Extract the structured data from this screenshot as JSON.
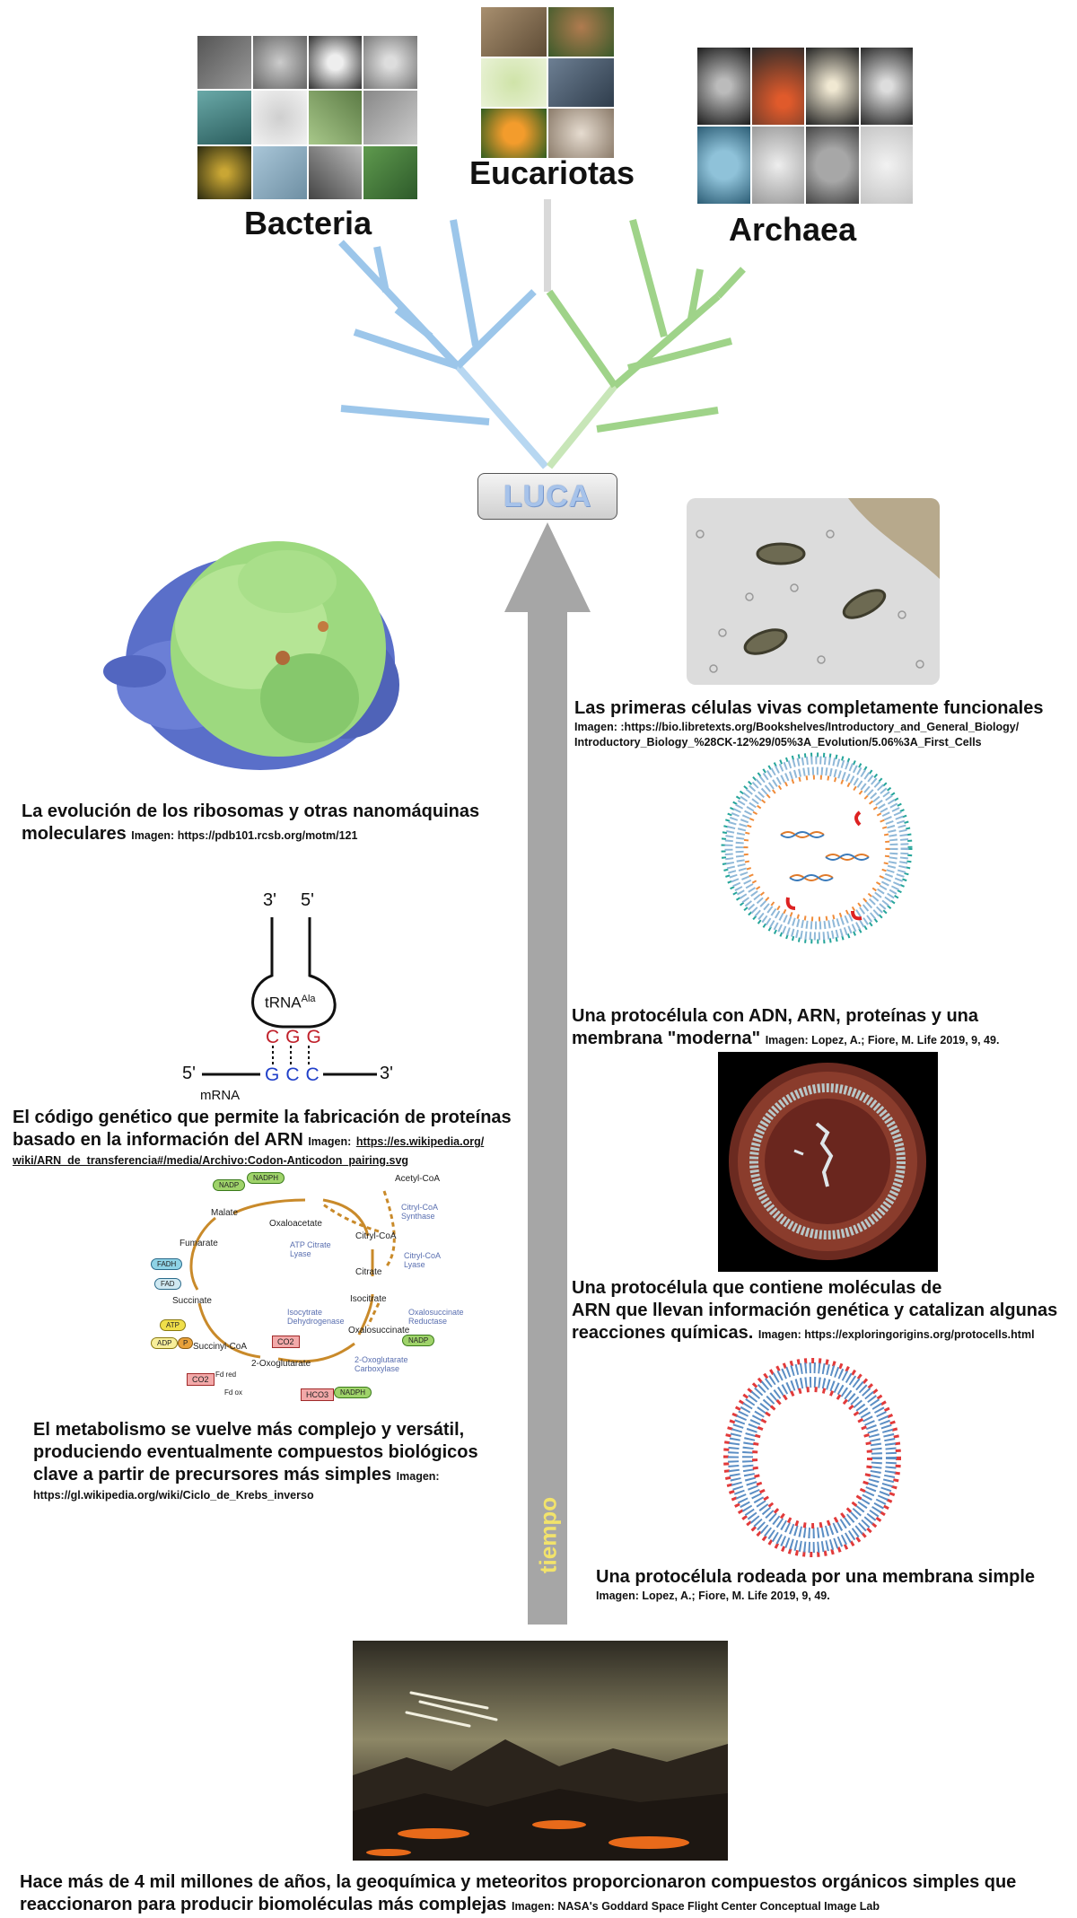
{
  "tree": {
    "bacteria": "Bacteria",
    "eukaryotes": "Eucariotas",
    "archaea": "Archaea",
    "luca": "LUCA",
    "colors": {
      "bacteria_branch": "#9cc6ea",
      "archaea_branch": "#9fd389",
      "eukaryote_branch": "#d9d9d9",
      "luca_text": "#a7c3ea"
    }
  },
  "timeline": {
    "label": "tiempo",
    "arrow_color": "#a6a6a6",
    "label_color": "#f2e36b"
  },
  "left": {
    "ribosome": {
      "caption_line1": "La evolución de los ribosomas y otras nanomáquinas",
      "caption_line2": "moleculares",
      "credit": "Imagen: https://pdb101.rcsb.org/motm/121"
    },
    "trna": {
      "three_prime_top": "3'",
      "five_prime_top": "5'",
      "trna_label": "tRNA",
      "trna_sup": "Ala",
      "anticodon": [
        "C",
        "G",
        "G"
      ],
      "codon": [
        "G",
        "C",
        "C"
      ],
      "five_prime_mrna": "5'",
      "three_prime_mrna": "3'",
      "mrna_label": "mRNA",
      "caption_line1": "El código genético que permite la fabricación de proteínas",
      "caption_line2": "basado en la información del ARN",
      "credit_prefix": "Imagen:",
      "credit_link1": "https://es.wikipedia.org/",
      "credit_link2": "wiki/ARN_de_transferencia#/media/Archivo:Codon-Anticodon_pairing.svg"
    },
    "krebs": {
      "nodes": [
        "Oxaloacetate",
        "Acetyl-CoA",
        "Citryl-CoA",
        "Citrate",
        "Isocitrate",
        "Oxalosuccinate",
        "2-Oxoglutarate",
        "Succinyl-CoA",
        "Succinate",
        "Fumarate",
        "Malate"
      ],
      "enzymes": [
        "Citryl-CoA Synthase",
        "ATP Citrate Lyase",
        "Citryl-CoA Lyase",
        "Isocytrate Dehydrogenase",
        "Oxalosuccinate Reductase",
        "2-Oxoglutarate Carboxylase"
      ],
      "cofactors": [
        "NADP",
        "NADPH",
        "FADH",
        "FAD",
        "ATP",
        "ADP",
        "P",
        "CO2",
        "CO2",
        "HCO3",
        "NADPH",
        "NADP",
        "Fd red",
        "Fd ox"
      ],
      "caption_line1": "El metabolismo se vuelve más complejo y versátil,",
      "caption_line2": "produciendo eventualmente compuestos biológicos",
      "caption_line3": "clave a partir de precursores más simples",
      "credit_prefix": "Imagen:",
      "credit": "https://gl.wikipedia.org/wiki/Ciclo_de_Krebs_inverso"
    }
  },
  "right": {
    "first_cells": {
      "caption": "Las primeras células vivas completamente funcionales",
      "credit_line1": "Imagen: :https://bio.libretexts.org/Bookshelves/Introductory_and_General_Biology/",
      "credit_line2": "Introductory_Biology_%28CK-12%29/05%3A_Evolution/5.06%3A_First_Cells"
    },
    "modern_protocell": {
      "caption_line1": "Una protocélula con ADN, ARN, proteínas y una",
      "caption_line2": "membrana \"moderna\"",
      "credit": "Imagen: Lopez, A.; Fiore, M. Life 2019, 9, 49."
    },
    "rna_protocell": {
      "caption_line1": "Una protocélula que contiene moléculas de",
      "caption_line2": "ARN que llevan información genética y catalizan algunas",
      "caption_line3": "reacciones químicas.",
      "credit": "Imagen: https://exploringorigins.org/protocells.html"
    },
    "simple_protocell": {
      "caption": "Una protocélula rodeada por una membrana simple",
      "credit": "Imagen: Lopez, A.; Fiore, M. Life 2019, 9, 49."
    }
  },
  "bottom": {
    "caption_line1": "Hace más de 4 mil millones de años, la geoquímica y meteoritos proporcionaron compuestos orgánicos simples que",
    "caption_line2": "reaccionaron para producir biomoléculas más complejas",
    "credit": "Imagen: NASA's Goddard Space Flight Center Conceptual Image Lab"
  }
}
